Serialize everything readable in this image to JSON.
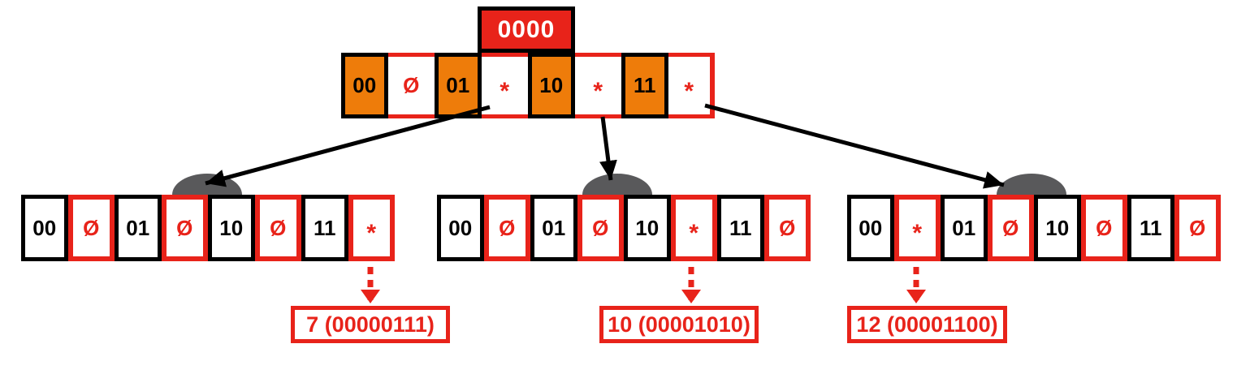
{
  "colors": {
    "red": "#e8231a",
    "orange": "#ee7c0a",
    "gray": "#59595b"
  },
  "root": {
    "prefix": "0000",
    "cells": [
      {
        "text": "00",
        "style": "branch",
        "name": "root-slot-00",
        "icon": "slot-label"
      },
      {
        "text": "Ø",
        "style": "ptr",
        "name": "root-pointer-empty",
        "icon": "empty-set-symbol"
      },
      {
        "text": "01",
        "style": "branch",
        "name": "root-slot-01",
        "icon": "slot-label"
      },
      {
        "text": "*",
        "style": "ptr",
        "name": "root-pointer-filled",
        "icon": "star-symbol"
      },
      {
        "text": "10",
        "style": "branch",
        "name": "root-slot-10",
        "icon": "slot-label"
      },
      {
        "text": "*",
        "style": "ptr",
        "name": "root-pointer-filled",
        "icon": "star-symbol"
      },
      {
        "text": "11",
        "style": "branch",
        "name": "root-slot-11",
        "icon": "slot-label"
      },
      {
        "text": "*",
        "style": "ptr ptr-last",
        "name": "root-pointer-filled",
        "icon": "star-symbol"
      }
    ]
  },
  "children": [
    {
      "cells": [
        {
          "text": "00",
          "style": "key",
          "name": "slot-00",
          "icon": "slot-label"
        },
        {
          "text": "Ø",
          "style": "empty",
          "name": "pointer-empty",
          "icon": "empty-set-symbol"
        },
        {
          "text": "01",
          "style": "key",
          "name": "slot-01",
          "icon": "slot-label"
        },
        {
          "text": "Ø",
          "style": "empty",
          "name": "pointer-empty",
          "icon": "empty-set-symbol"
        },
        {
          "text": "10",
          "style": "key",
          "name": "slot-10",
          "icon": "slot-label"
        },
        {
          "text": "Ø",
          "style": "empty",
          "name": "pointer-empty",
          "icon": "empty-set-symbol"
        },
        {
          "text": "11",
          "style": "key",
          "name": "slot-11",
          "icon": "slot-label"
        },
        {
          "text": "*",
          "style": "leaf",
          "name": "pointer-leaf",
          "icon": "star-symbol"
        }
      ]
    },
    {
      "cells": [
        {
          "text": "00",
          "style": "key",
          "name": "slot-00",
          "icon": "slot-label"
        },
        {
          "text": "Ø",
          "style": "empty",
          "name": "pointer-empty",
          "icon": "empty-set-symbol"
        },
        {
          "text": "01",
          "style": "key",
          "name": "slot-01",
          "icon": "slot-label"
        },
        {
          "text": "Ø",
          "style": "empty",
          "name": "pointer-empty",
          "icon": "empty-set-symbol"
        },
        {
          "text": "10",
          "style": "key",
          "name": "slot-10",
          "icon": "slot-label"
        },
        {
          "text": "*",
          "style": "leaf",
          "name": "pointer-leaf",
          "icon": "star-symbol"
        },
        {
          "text": "11",
          "style": "key",
          "name": "slot-11",
          "icon": "slot-label"
        },
        {
          "text": "Ø",
          "style": "empty",
          "name": "pointer-empty",
          "icon": "empty-set-symbol"
        }
      ]
    },
    {
      "cells": [
        {
          "text": "00",
          "style": "key",
          "name": "slot-00",
          "icon": "slot-label"
        },
        {
          "text": "*",
          "style": "leaf",
          "name": "pointer-leaf",
          "icon": "star-symbol"
        },
        {
          "text": "01",
          "style": "key",
          "name": "slot-01",
          "icon": "slot-label"
        },
        {
          "text": "Ø",
          "style": "empty",
          "name": "pointer-empty",
          "icon": "empty-set-symbol"
        },
        {
          "text": "10",
          "style": "key",
          "name": "slot-10",
          "icon": "slot-label"
        },
        {
          "text": "Ø",
          "style": "empty",
          "name": "pointer-empty",
          "icon": "empty-set-symbol"
        },
        {
          "text": "11",
          "style": "key",
          "name": "slot-11",
          "icon": "slot-label"
        },
        {
          "text": "Ø",
          "style": "empty",
          "name": "pointer-empty",
          "icon": "empty-set-symbol"
        }
      ]
    }
  ],
  "leaves": [
    {
      "label": "7 (00000111)"
    },
    {
      "label": "10 (00001010)"
    },
    {
      "label": "12 (00001100)"
    }
  ]
}
